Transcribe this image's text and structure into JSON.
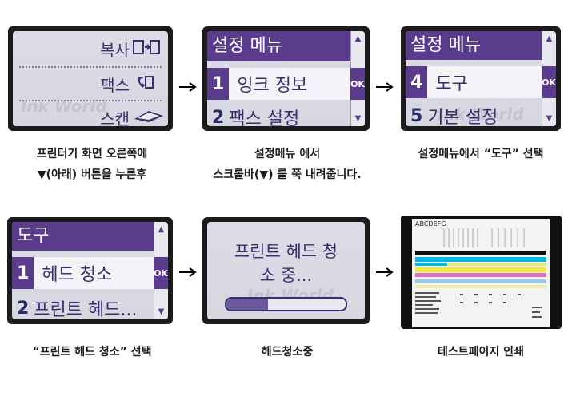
{
  "step1": {
    "menu_items": [
      "복사",
      "팩스",
      "스캔"
    ],
    "caption_line1": "프린터기  화면 오른쪽에",
    "caption_line2": "▼(아래) 버튼을 누른후"
  },
  "step2": {
    "header": "설정 메뉴",
    "items": [
      {
        "num": "1",
        "label": "잉크 정보"
      },
      {
        "num": "2",
        "label": "팩스 설정"
      }
    ],
    "ok_label": "OK",
    "caption_line1": "설정메뉴 에서",
    "caption_line2": "스크롤바(▼) 를 쭉 내려줍니다."
  },
  "step3": {
    "header": "설정 메뉴",
    "items": [
      {
        "num": "4",
        "label": "도구"
      },
      {
        "num": "5",
        "label": "기본 설정"
      }
    ],
    "ok_label": "OK",
    "caption": "설정메뉴에서 “도구” 선택"
  },
  "step4": {
    "header": "도구",
    "items": [
      {
        "num": "1",
        "label": "헤드 청소"
      },
      {
        "num": "2",
        "label": "프린트 헤드..."
      }
    ],
    "ok_label": "OK",
    "caption": "“프린트 헤드 청소” 선택"
  },
  "step5": {
    "message_line1": "프린트 헤드 청",
    "message_line2": "소 중...",
    "progress": 0.35,
    "caption": "헤드청소중"
  },
  "step6": {
    "page_header": "ABCDEFG",
    "caption": "테스트페이지 인쇄"
  },
  "colors": {
    "accent": "#5b3b8c",
    "screen": "#dcdce6",
    "bezel": "#1b1b1b"
  }
}
